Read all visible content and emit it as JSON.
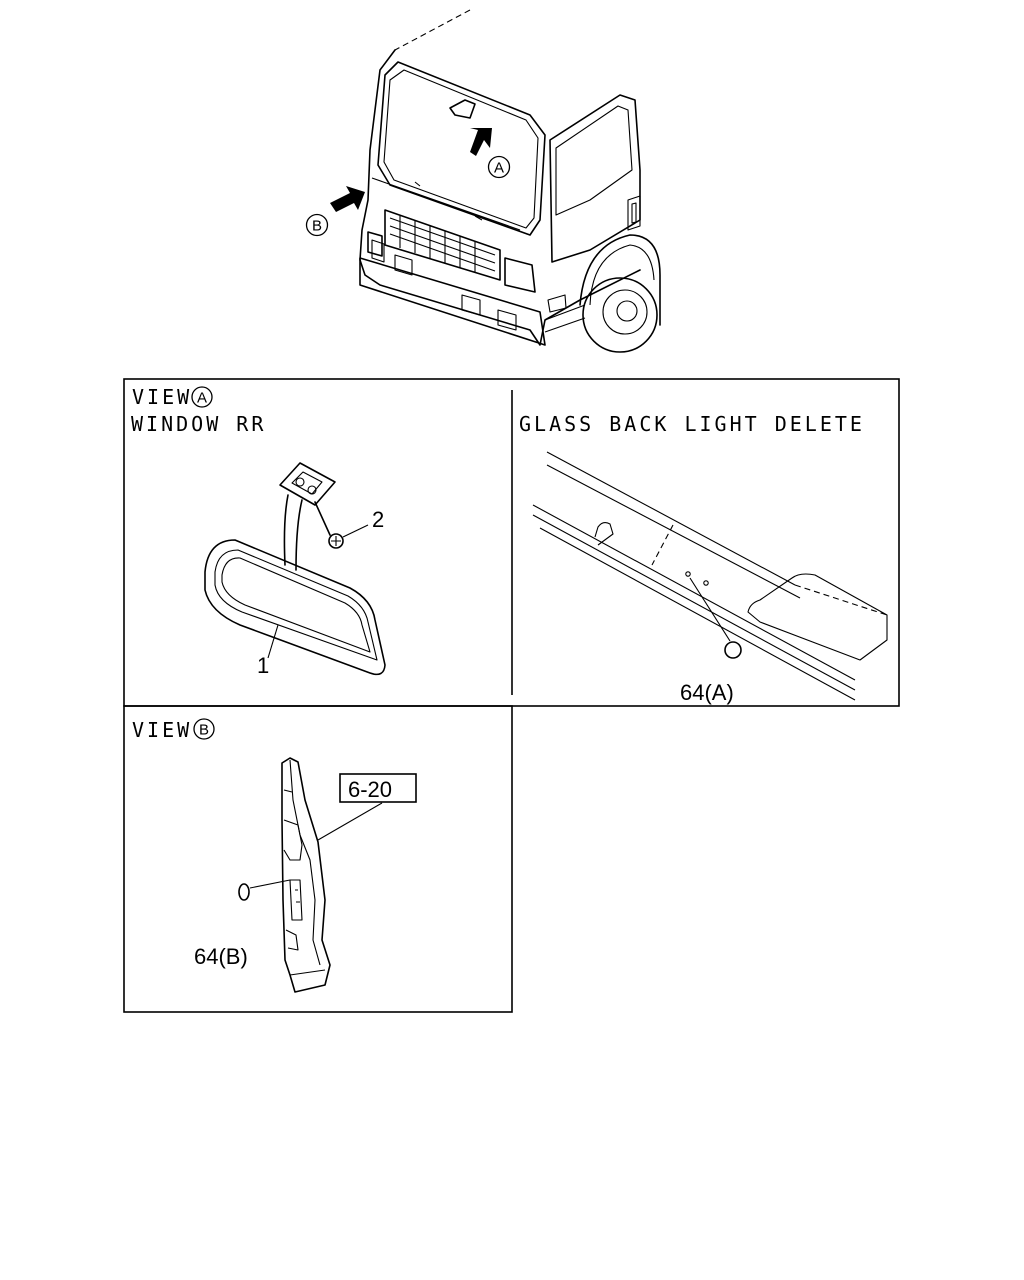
{
  "overview": {
    "marker_a": "A",
    "marker_b": "B"
  },
  "view_a": {
    "view_word": "VIEW",
    "marker": "A",
    "subtitle": "WINDOW RR",
    "callout_1": "1",
    "callout_2": "2"
  },
  "glass_panel": {
    "title": "GLASS BACK LIGHT DELETE",
    "callout": "64(A)"
  },
  "view_b": {
    "view_word": "VIEW",
    "marker": "B",
    "ref_box": "6-20",
    "callout": "64(B)"
  }
}
